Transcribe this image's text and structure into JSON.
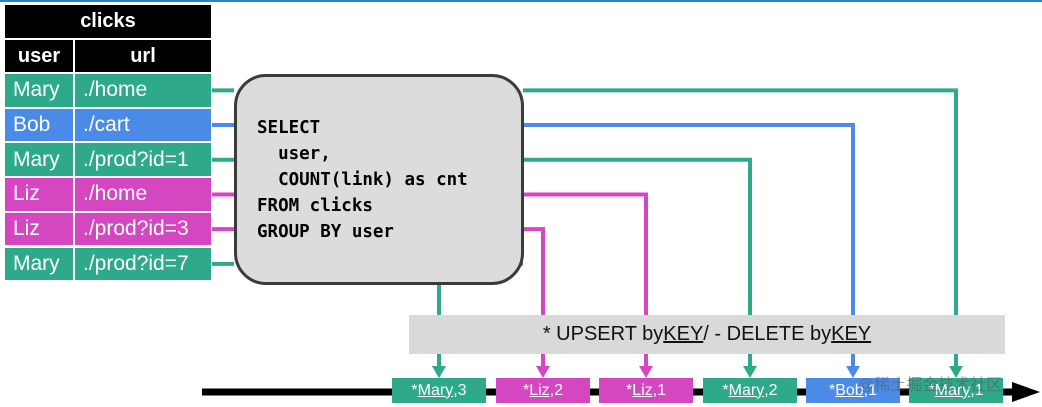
{
  "table": {
    "title": "clicks",
    "columns": [
      "user",
      "url"
    ],
    "rows": [
      {
        "user": "Mary",
        "url": "./home",
        "color": "#2eaa8a"
      },
      {
        "user": "Bob",
        "url": "./cart",
        "color": "#4a8be8"
      },
      {
        "user": "Mary",
        "url": "./prod?id=1",
        "color": "#2eaa8a"
      },
      {
        "user": "Liz",
        "url": "./home",
        "color": "#d447c0"
      },
      {
        "user": "Liz",
        "url": "./prod?id=3",
        "color": "#d447c0"
      },
      {
        "user": "Mary",
        "url": "./prod?id=7",
        "color": "#2eaa8a"
      }
    ]
  },
  "query": {
    "lines": [
      "SELECT",
      "  user,",
      "  COUNT(link) as cnt",
      "FROM clicks",
      "GROUP BY user"
    ]
  },
  "banner": {
    "prefix": "* UPSERT by ",
    "key1": "KEY",
    "middle": " / - DELETE by ",
    "key2": "KEY"
  },
  "output": [
    {
      "op": "*",
      "key": "Mary",
      "count": "3",
      "color": "#2eaa8a"
    },
    {
      "op": "*",
      "key": "Liz",
      "count": "2",
      "color": "#d447c0"
    },
    {
      "op": "*",
      "key": "Liz",
      "count": "1",
      "color": "#d447c0"
    },
    {
      "op": "*",
      "key": "Mary",
      "count": "2",
      "color": "#2eaa8a"
    },
    {
      "op": "*",
      "key": "Bob",
      "count": "1",
      "color": "#4a8be8"
    },
    {
      "op": "*",
      "key": "Mary",
      "count": "1",
      "color": "#2eaa8a"
    }
  ],
  "watermark": "@稀土掘金技术社区",
  "colors": {
    "mary": "#2eaa8a",
    "bob": "#4a8be8",
    "liz": "#d447c0",
    "header": "#000000",
    "query_bg": "#dcdcdc",
    "banner_bg": "#d9d9d9"
  }
}
